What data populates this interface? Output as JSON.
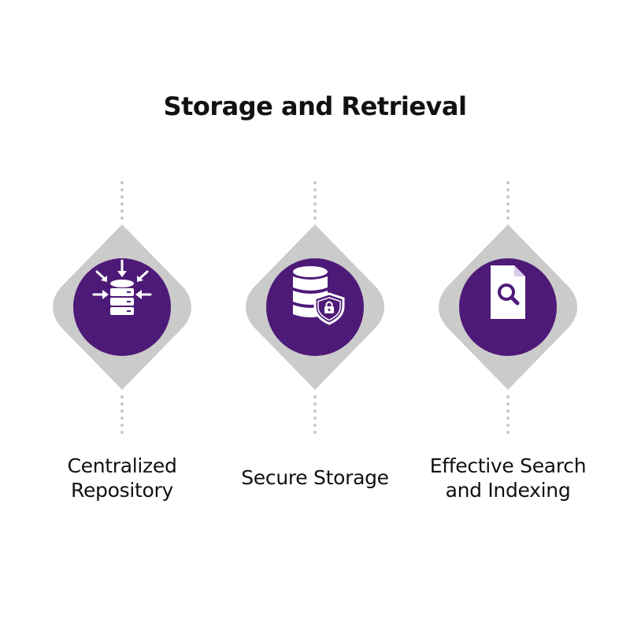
{
  "title": "Storage and Retrieval",
  "colors": {
    "accent": "#4e1a78",
    "diamond": "#cbcbcb",
    "dots": "#c8c8c8",
    "text": "#111111"
  },
  "items": [
    {
      "icon": "database-inflow-icon",
      "label_line1": "Centralized",
      "label_line2": "Repository"
    },
    {
      "icon": "secure-database-icon",
      "label": "Secure Storage"
    },
    {
      "icon": "document-search-icon",
      "label_line1": "Effective Search",
      "label_line2": "and Indexing"
    }
  ]
}
